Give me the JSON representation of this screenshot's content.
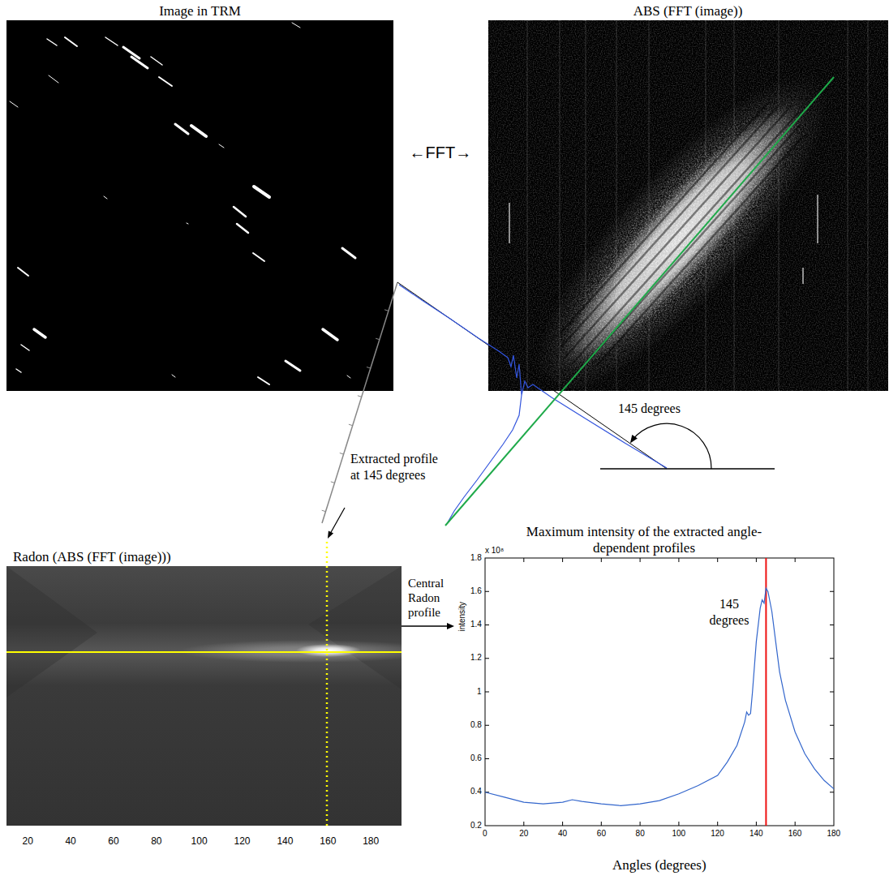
{
  "diagram": {
    "nodes": [
      {
        "text": [
          "Image in TRM"
        ]
      },
      {
        "text": [
          "ABS (FFT (image))"
        ]
      },
      {
        "text": [
          "Radon (ABS (FFT (image)))"
        ]
      },
      {
        "text": [
          "Maximum intensity of the extracted angle-dependent profiles"
        ]
      }
    ],
    "edges": [
      {
        "from": 2,
        "to": 3,
        "arrow": "to",
        "label": "Central Radon profile"
      }
    ],
    "labels": [
      "←FFT→",
      "145 degrees",
      "Extracted profile at 145 degrees",
      "20",
      "40",
      "60",
      "80",
      "100",
      "120",
      "140",
      "160",
      "180",
      "x 10⁸",
      "1.8",
      "1.6",
      "1.4",
      "1.2",
      "1",
      "0.8",
      "0.6",
      "0.4",
      "0.2",
      "intensity",
      "0",
      "20",
      "40",
      "60",
      "80",
      "100",
      "120",
      "140",
      "160",
      "180",
      "145 degrees",
      "Angles (degrees)"
    ]
  }
}
